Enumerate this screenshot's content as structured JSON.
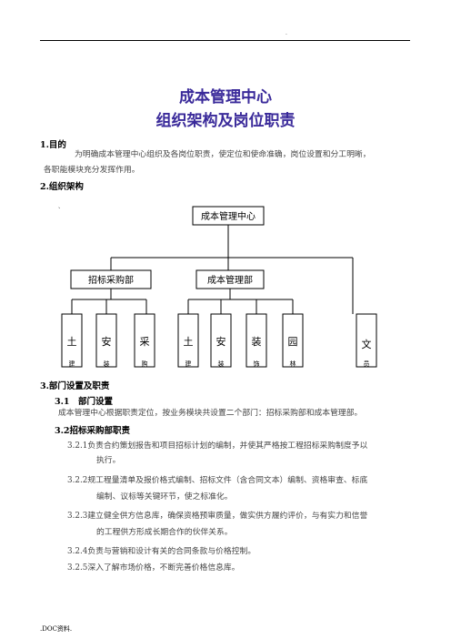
{
  "header": {
    "dot": "."
  },
  "title": {
    "line1": "成本管理中心",
    "line2": "组织架构及岗位职责"
  },
  "section1": {
    "heading": "1.目的",
    "body_line1": "为明确成本管理中心组织及各岗位职责，使定位和使命准确，岗位设置和分工明晰，",
    "body_line2": "各职能模块充分发挥作用。"
  },
  "section2": {
    "heading": "2.组织架构",
    "stray_mark": "、"
  },
  "org_chart": {
    "root": "成本管理中心",
    "departments": [
      "招标采购部",
      "成本管理部"
    ],
    "leaves_group1": [
      {
        "top": "土",
        "bottom": "建"
      },
      {
        "top": "安",
        "bottom": "装"
      },
      {
        "top": "采",
        "bottom": "购"
      }
    ],
    "leaves_group2": [
      {
        "top": "土",
        "bottom": "建"
      },
      {
        "top": "安",
        "bottom": "装"
      },
      {
        "top": "装",
        "bottom": "饰"
      },
      {
        "top": "园",
        "bottom": "林"
      }
    ],
    "leaf_extra": {
      "top": "文",
      "bottom": "员"
    }
  },
  "section3": {
    "heading": "3.部门设置及职责",
    "sub31_heading": "3.1　部门设置",
    "sub31_body": "成本管理中心根据职责定位，按业务模块共设置二个部门：招标采购部和成本管理部。",
    "sub32_heading": "3.2招标采购部职责",
    "items": [
      {
        "line1": "3.2.1负责合约策划报告和项目招标计划的编制，并使其严格按工程招标采购制度予以",
        "line2": "执行。"
      },
      {
        "line1": "3.2.2规工程量清单及报价格式编制、招标文件（含合同文本）编制、资格审查、标底",
        "line2": "编制、议标等关键环节，使之标准化。"
      },
      {
        "line1": "3.2.3建立健全供方信息库，确保资格预审质量，做实供方履约评价，与有实力和信誉",
        "line2": "的工程供方形成长期合作的伙伴关系。"
      },
      {
        "line1": "3.2.4负责与营销和设计有关的合同条款与价格控制。",
        "line2": ""
      },
      {
        "line1": "3.2.5深入了解市场价格，不断完善价格信息库。",
        "line2": ""
      }
    ]
  },
  "footer": {
    "text": ".DOC资料."
  }
}
